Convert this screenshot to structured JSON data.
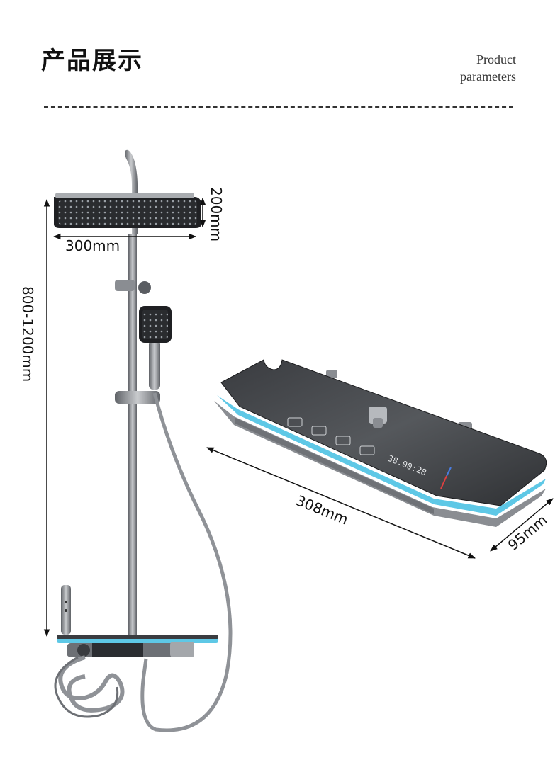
{
  "header": {
    "title": "产品展示",
    "subtitle_line1": "Product",
    "subtitle_line2": "parameters"
  },
  "dimensions": {
    "head_width": "300mm",
    "head_depth": "200mm",
    "height_range": "800-1200mm",
    "panel_length": "308mm",
    "panel_depth": "95mm"
  },
  "display": {
    "readout": "38.00:28"
  },
  "colors": {
    "metal": "#8a8d92",
    "dark_panel": "#2b2d31",
    "led_accent": "#5ec8e6"
  }
}
